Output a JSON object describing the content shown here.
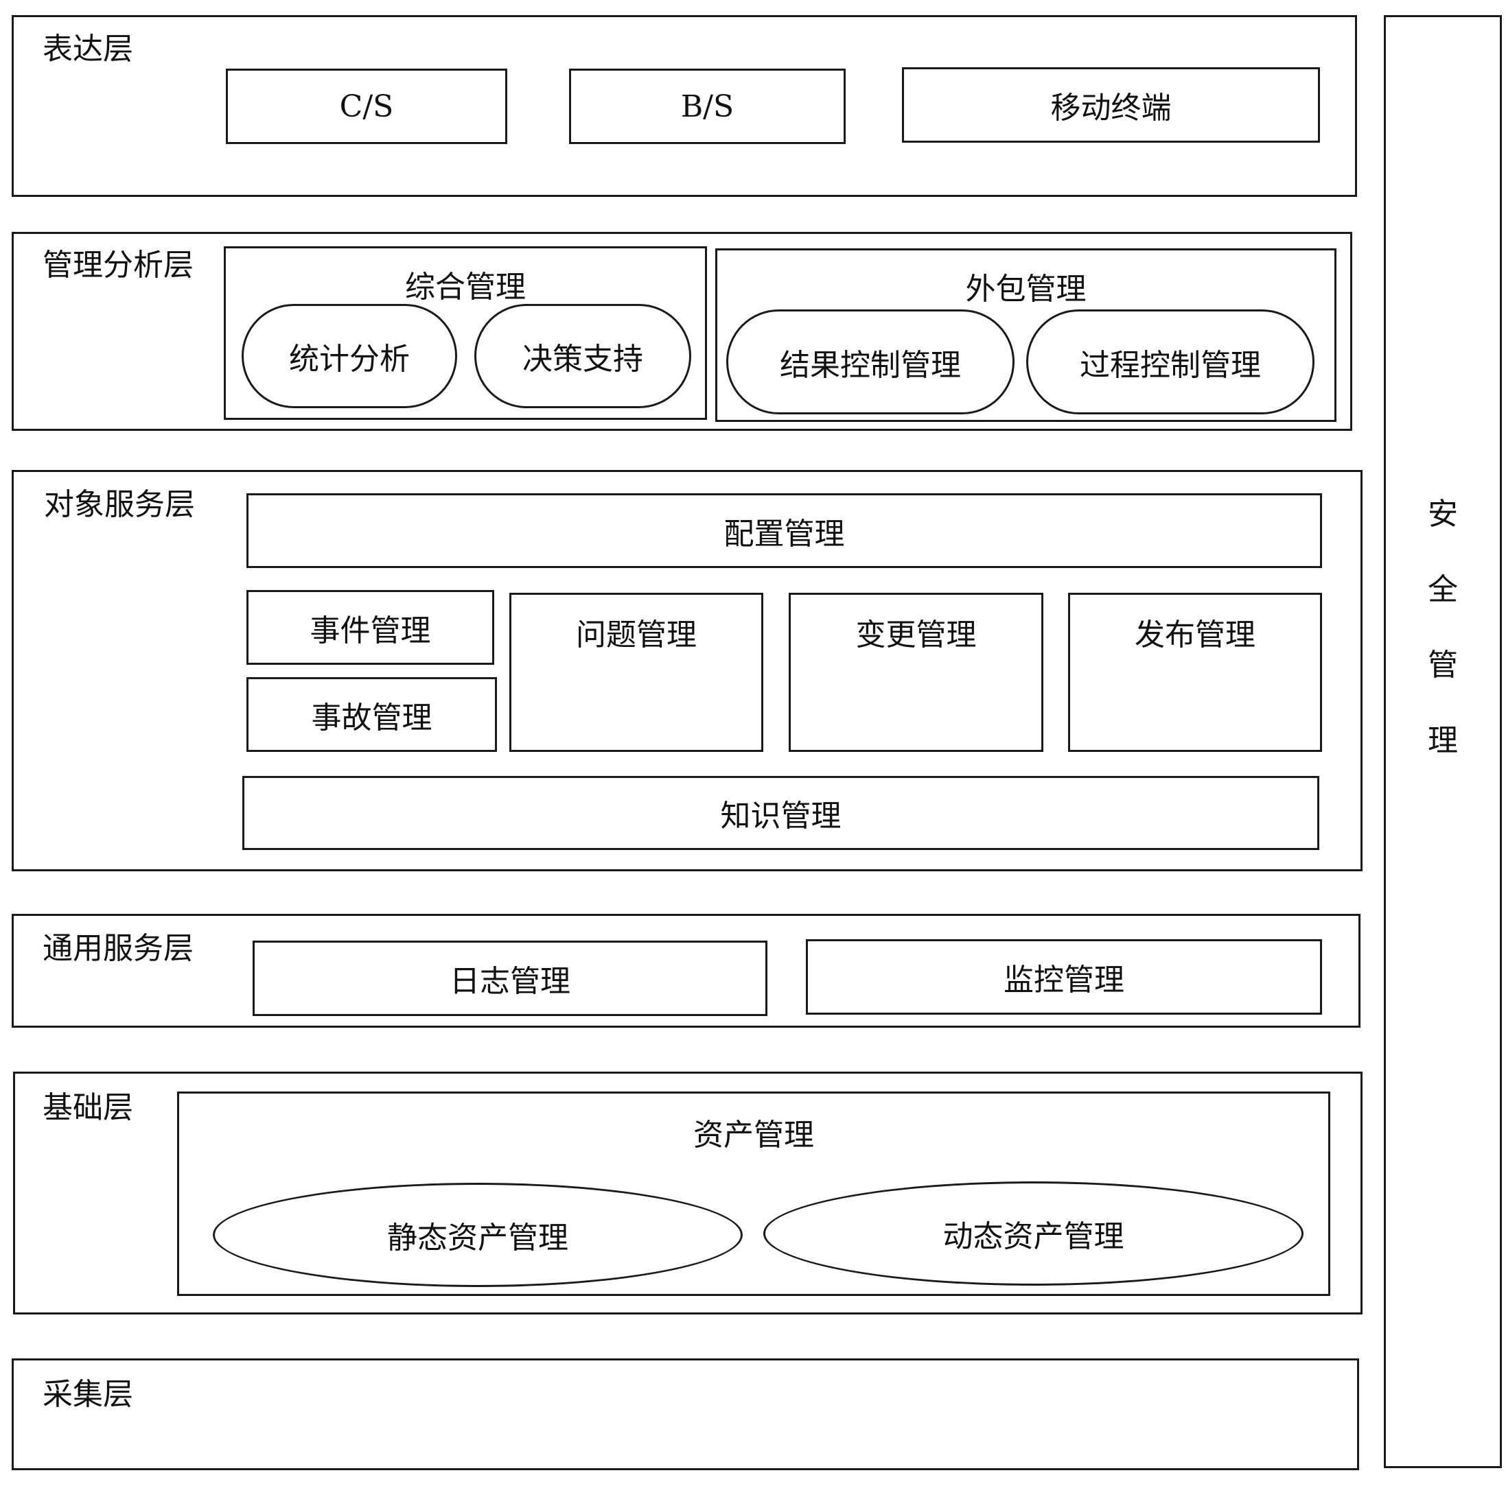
{
  "presentation_layer": {
    "label": "表达层",
    "items": [
      "C/S",
      "B/S",
      "移动终端"
    ]
  },
  "management_analysis_layer": {
    "label": "管理分析层",
    "integrated": {
      "title": "综合管理",
      "items": [
        "统计分析",
        "决策支持"
      ]
    },
    "outsourcing": {
      "title": "外包管理",
      "items": [
        "结果控制管理",
        "过程控制管理"
      ]
    }
  },
  "object_service_layer": {
    "label": "对象服务层",
    "config": "配置管理",
    "event": "事件管理",
    "incident": "事故管理",
    "problem": "问题管理",
    "change": "变更管理",
    "release": "发布管理",
    "knowledge": "知识管理"
  },
  "common_service_layer": {
    "label": "通用服务层",
    "items": [
      "日志管理",
      "监控管理"
    ]
  },
  "foundation_layer": {
    "label": "基础层",
    "asset": {
      "title": "资产管理",
      "items": [
        "静态资产管理",
        "动态资产管理"
      ]
    }
  },
  "collection_layer": {
    "label": "采集层"
  },
  "security": {
    "chars": [
      "安",
      "全",
      "管",
      "理"
    ]
  }
}
